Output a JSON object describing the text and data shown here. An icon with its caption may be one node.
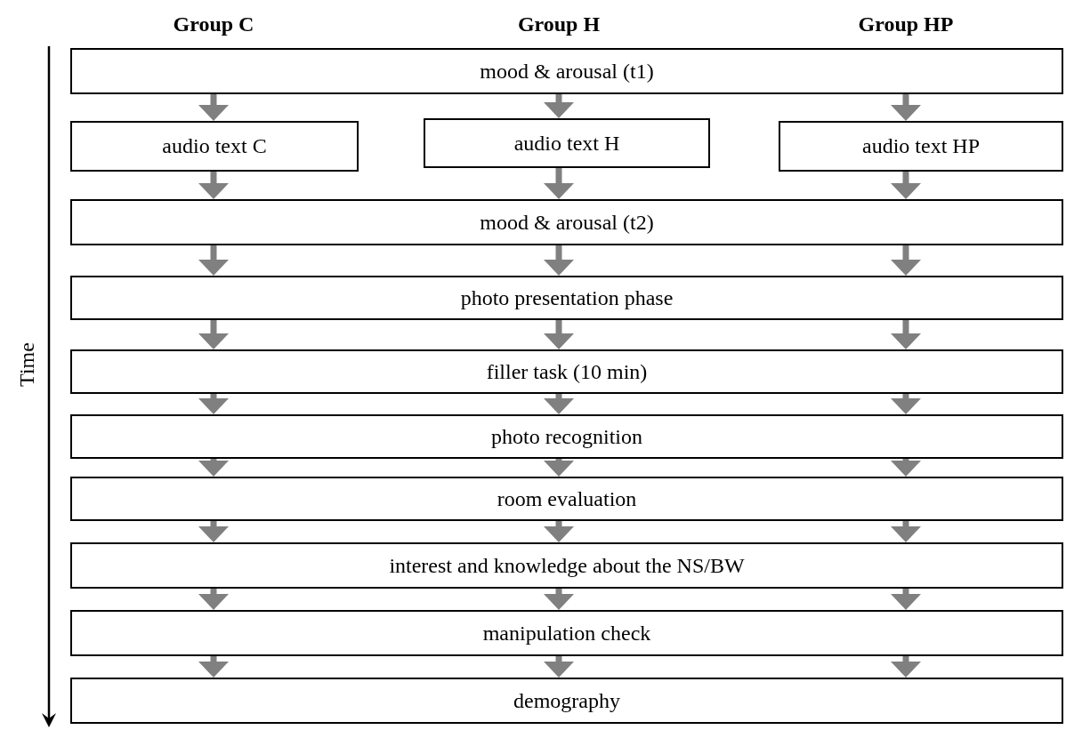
{
  "diagram": {
    "nodes": [
      {
        "text": [
          "mood & arousal (t1)"
        ]
      },
      {
        "text": [
          "audio text C"
        ]
      },
      {
        "text": [
          "audio text H"
        ]
      },
      {
        "text": [
          "audio text HP"
        ]
      },
      {
        "text": [
          "mood & arousal (t2)"
        ]
      },
      {
        "text": [
          "photo presentation phase"
        ]
      },
      {
        "text": [
          "filler task (10 min)"
        ]
      },
      {
        "text": [
          "photo recognition"
        ]
      },
      {
        "text": [
          "room evaluation"
        ]
      },
      {
        "text": [
          "interest and knowledge about the NS/BW"
        ]
      },
      {
        "text": [
          "manipulation check"
        ]
      },
      {
        "text": [
          "demography"
        ]
      }
    ],
    "edges": [
      {
        "from": 0,
        "to": 1,
        "arrow": "to"
      },
      {
        "from": 0,
        "to": 2,
        "arrow": "to"
      },
      {
        "from": 0,
        "to": 3,
        "arrow": "to"
      },
      {
        "from": 1,
        "to": 4,
        "arrow": "to"
      },
      {
        "from": 2,
        "to": 4,
        "arrow": "to"
      },
      {
        "from": 3,
        "to": 4,
        "arrow": "to"
      },
      {
        "from": 4,
        "to": 5,
        "arrow": "to"
      },
      {
        "from": 4,
        "to": 5,
        "arrow": "to"
      },
      {
        "from": 4,
        "to": 5,
        "arrow": "to"
      },
      {
        "from": 5,
        "to": 6,
        "arrow": "to"
      },
      {
        "from": 5,
        "to": 6,
        "arrow": "to"
      },
      {
        "from": 5,
        "to": 6,
        "arrow": "to"
      },
      {
        "from": 6,
        "to": 7,
        "arrow": "to"
      },
      {
        "from": 6,
        "to": 7,
        "arrow": "to"
      },
      {
        "from": 6,
        "to": 7,
        "arrow": "to"
      },
      {
        "from": 7,
        "to": 8,
        "arrow": "to"
      },
      {
        "from": 7,
        "to": 8,
        "arrow": "to"
      },
      {
        "from": 7,
        "to": 8,
        "arrow": "to"
      },
      {
        "from": 8,
        "to": 9,
        "arrow": "to"
      },
      {
        "from": 8,
        "to": 9,
        "arrow": "to"
      },
      {
        "from": 8,
        "to": 9,
        "arrow": "to"
      },
      {
        "from": 9,
        "to": 10,
        "arrow": "to"
      },
      {
        "from": 9,
        "to": 10,
        "arrow": "to"
      },
      {
        "from": 9,
        "to": 10,
        "arrow": "to"
      },
      {
        "from": 10,
        "to": 11,
        "arrow": "to"
      },
      {
        "from": 10,
        "to": 11,
        "arrow": "to"
      },
      {
        "from": 10,
        "to": 11,
        "arrow": "to"
      }
    ],
    "labels": [
      "Group C",
      "Group H",
      "Group HP",
      "Time"
    ]
  }
}
